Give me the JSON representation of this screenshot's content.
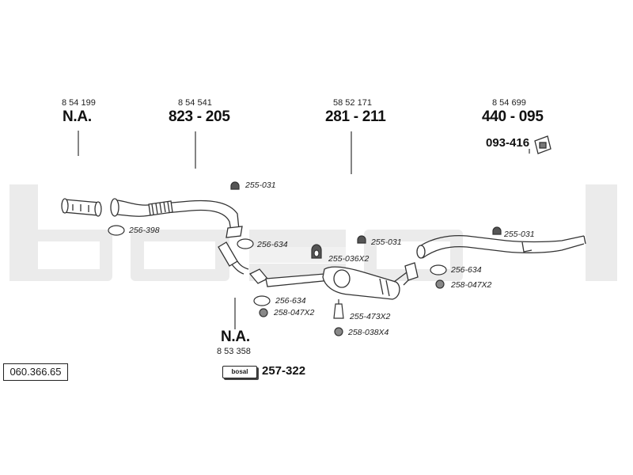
{
  "watermark": "bosal",
  "doc_code": "060.366.65",
  "colors": {
    "watermark": "#e9e9e9",
    "line": "#333333"
  },
  "oem_numbers": [
    "8 54 199",
    "8 54 541",
    "58 52 171",
    "8 54 699",
    "8 53 358"
  ],
  "parts": {
    "front_na": "N.A.",
    "front_pipe": "823 - 205",
    "middle_silencer": "281 - 211",
    "rear_silencer": "440 - 095",
    "rear_mount": "093-416",
    "lower_na": "N.A.",
    "fitting_kit_brand": "bosal",
    "fitting_kit": "257-322"
  },
  "refs": {
    "r_255_031_a": "255-031",
    "r_256_398": "256-398",
    "r_256_634_a": "256-634",
    "r_255_031_b": "255-031",
    "r_255_036x2": "255-036X2",
    "r_255_031_c": "255-031",
    "r_256_634_b": "256-634",
    "r_258_047x2_a": "258-047X2",
    "r_256_634_c": "256-634",
    "r_258_047x2_b": "258-047X2",
    "r_255_473x2": "255-473X2",
    "r_258_038x4": "258-038X4"
  }
}
